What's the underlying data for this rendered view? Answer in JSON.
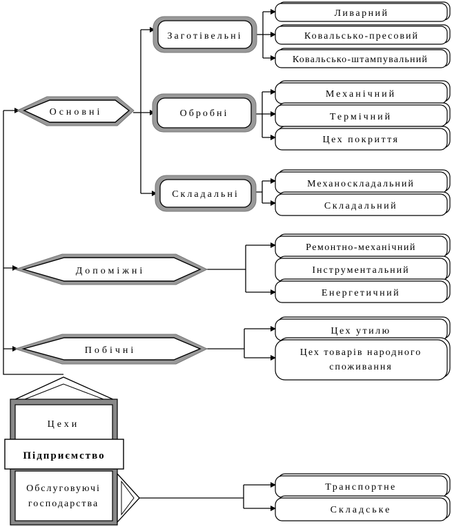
{
  "enterprise": {
    "title": "Підприємство",
    "shops_label": "Цехи",
    "service_label_line1": "Обслуговуючі",
    "service_label_line2": "господарства"
  },
  "categories": {
    "main": "Основні",
    "auxiliary": "Допоміжні",
    "side": "Побічні"
  },
  "subcategories": {
    "procurement": "Заготівельні",
    "processing": "Обробні",
    "assembly": "Складальні"
  },
  "procurement_shops": [
    "Ливарний",
    "Ковальсько-пресовий",
    "Ковальсько-штампувальний"
  ],
  "processing_shops": [
    "Механічний",
    "Термічний",
    "Цех покриття"
  ],
  "assembly_shops": [
    "Механоскладальний",
    "Складальний"
  ],
  "auxiliary_shops": [
    "Ремонтно-механічний",
    "Інструментальний",
    "Енергетичний"
  ],
  "side_shops": [
    "Цех утилю",
    "Цех товарів народного",
    "споживання"
  ],
  "service_units": [
    "Транспортне",
    "Складське"
  ]
}
